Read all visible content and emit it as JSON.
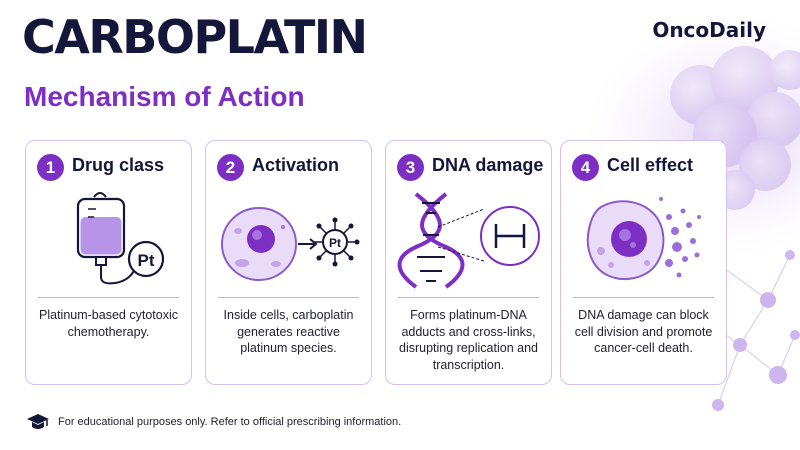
{
  "header": {
    "title": "CARBOPLATIN",
    "subtitle": "Mechanism of Action",
    "brand": "OncoDaily"
  },
  "cards": [
    {
      "number": "1",
      "title": "Drug class",
      "description": "Platinum-based cytotoxic chemotherapy.",
      "icon": "iv-bag-icon",
      "icon_text": "Pt"
    },
    {
      "number": "2",
      "title": "Activation",
      "description": "Inside cells, carboplatin generates reactive platinum species.",
      "icon": "cell-activation-icon",
      "icon_text": "Pt"
    },
    {
      "number": "3",
      "title": "DNA damage",
      "description": "Forms platinum-DNA adducts and cross-links, disrupting replication and transcription.",
      "icon": "dna-crosslink-icon"
    },
    {
      "number": "4",
      "title": "Cell effect",
      "description": "DNA damage can block cell division and promote cancer-cell death.",
      "icon": "dying-cell-icon"
    }
  ],
  "footer": {
    "note": "For educational purposes only. Refer to official prescribing information.",
    "icon": "graduation-cap-icon"
  },
  "colors": {
    "accent": "#7d2fc4",
    "navy": "#14163a",
    "border": "#d6c1f0",
    "light_purple": "#e6d7f7"
  }
}
